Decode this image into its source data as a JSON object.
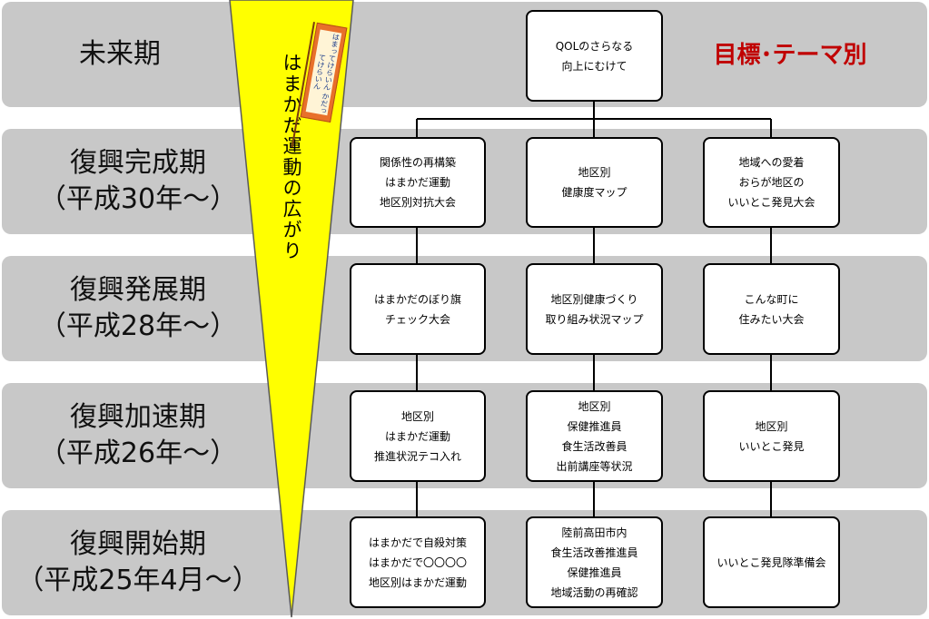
{
  "periods": [
    {
      "name": "未来期",
      "sub": ""
    },
    {
      "name": "復興完成期",
      "sub": "（平成30年～）"
    },
    {
      "name": "復興発展期",
      "sub": "（平成28年～）"
    },
    {
      "name": "復興加速期",
      "sub": "（平成26年～）"
    },
    {
      "name": "復興開始期",
      "sub": "（平成25年4月～）"
    }
  ],
  "movement_label": "はまかだ運動の広がり",
  "flag_text": "はまってけらいん かだってけらいん",
  "theme_label": "目標･テーマ別",
  "top_box": {
    "lines": [
      "QOLのさらなる",
      "向上にむけて"
    ]
  },
  "columns": [
    {
      "boxes": [
        {
          "lines": [
            "関係性の再構築",
            "はまかだ運動",
            "地区別対抗大会"
          ]
        },
        {
          "lines": [
            "はまかだのぼり旗",
            "チェック大会"
          ]
        },
        {
          "lines": [
            "地区別",
            "はまかだ運動",
            "推進状況テコ入れ"
          ]
        },
        {
          "lines": [
            "はまかだで自殺対策",
            "はまかだで〇〇〇〇",
            "地区別はまかだ運動"
          ]
        }
      ]
    },
    {
      "boxes": [
        {
          "lines": [
            "地区別",
            "健康度マップ"
          ]
        },
        {
          "lines": [
            "地区別健康づくり",
            "取り組み状況マップ"
          ]
        },
        {
          "lines": [
            "地区別",
            "保健推進員",
            "食生活改善員",
            "出前講座等状況"
          ]
        },
        {
          "lines": [
            "陸前高田市内",
            "食生活改善推進員",
            "保健推進員",
            "地域活動の再確認"
          ]
        }
      ]
    },
    {
      "boxes": [
        {
          "lines": [
            "地域への愛着",
            "おらが地区の",
            "いいとこ発見大会"
          ]
        },
        {
          "lines": [
            "こんな町に",
            "住みたい大会"
          ]
        },
        {
          "lines": [
            "地区別",
            "いいとこ発見"
          ]
        },
        {
          "lines": [
            "いいとこ発見隊準備会"
          ]
        }
      ]
    }
  ]
}
